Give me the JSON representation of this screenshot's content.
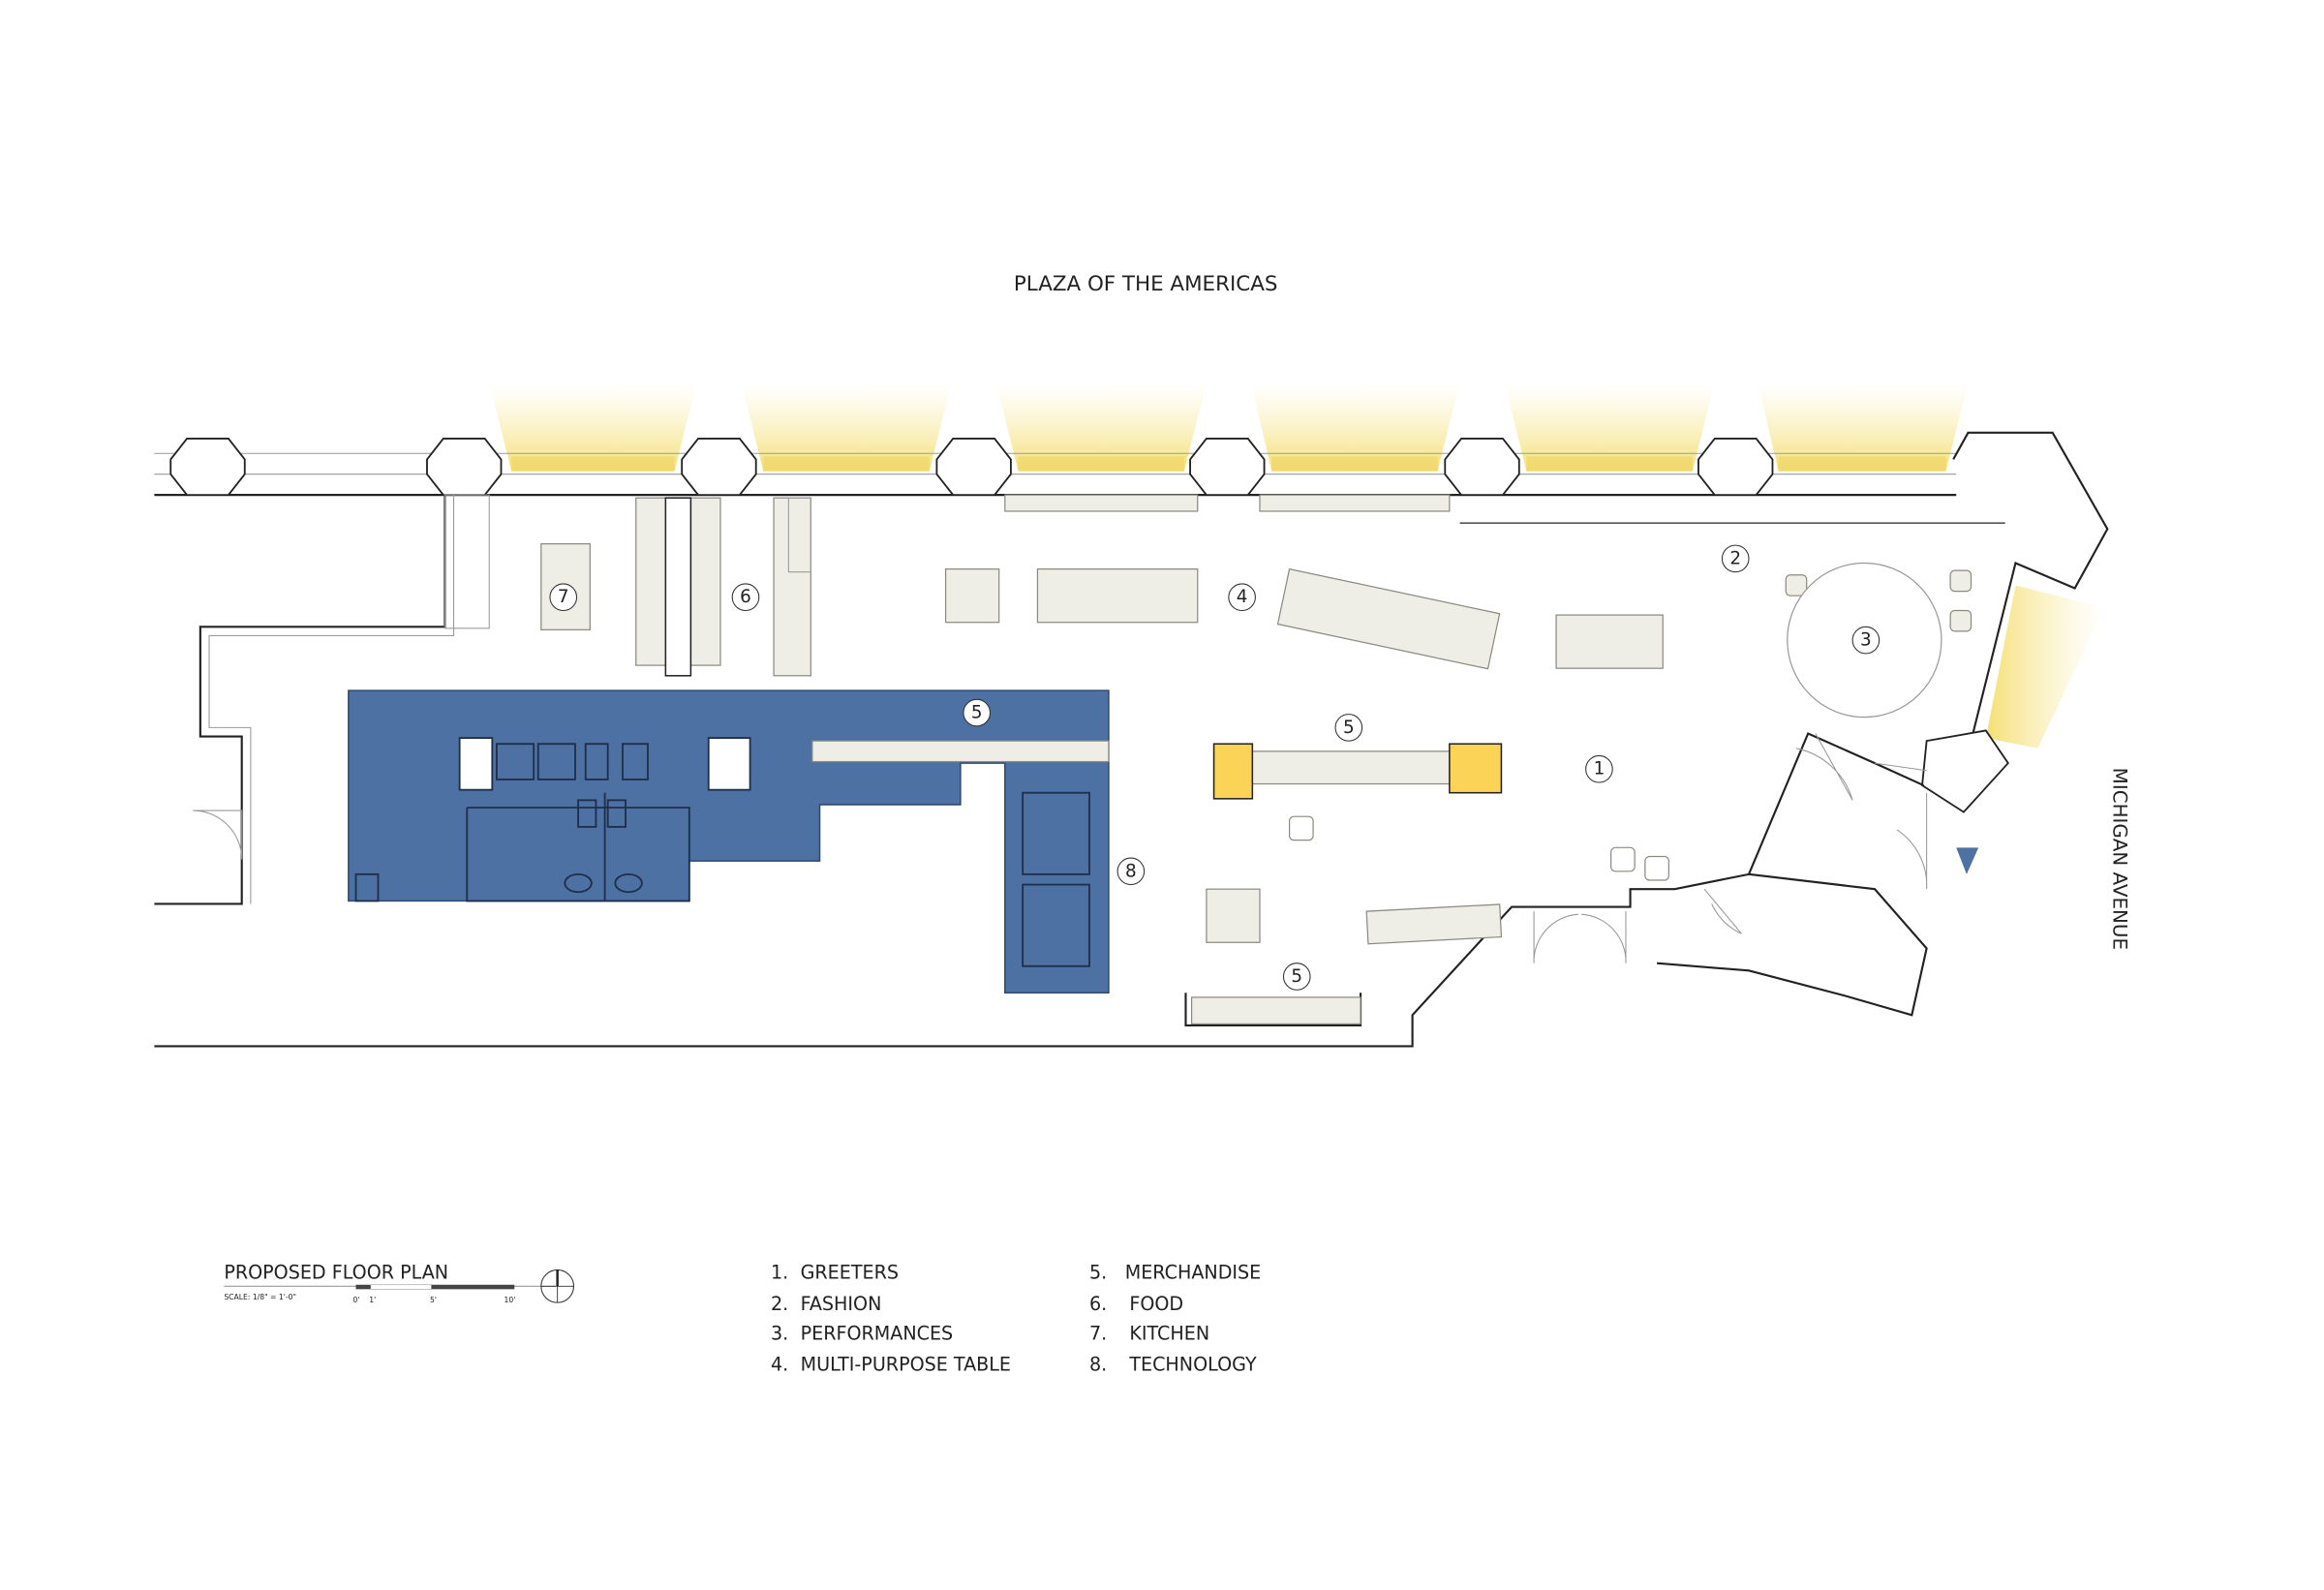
{
  "title": "PLAZA OF THE AMERICAS",
  "street_label": "MICHIGAN AVENUE",
  "plan_title": "PROPOSED FLOOR PLAN",
  "scale_text": "SCALE: 1/8\" = 1'-0\"",
  "scale_ticks": [
    "0'",
    "1'",
    "5'",
    "10'"
  ],
  "legend": [
    {
      "num": "1.",
      "label": "GREETERS"
    },
    {
      "num": "2.",
      "label": "FASHION"
    },
    {
      "num": "3.",
      "label": "PERFORMANCES"
    },
    {
      "num": "4.",
      "label": "MULTI-PURPOSE TABLE"
    },
    {
      "num": "5.",
      "label": "MERCHANDISE"
    },
    {
      "num": "6.",
      "label": "FOOD"
    },
    {
      "num": "7.",
      "label": "KITCHEN"
    },
    {
      "num": "8.",
      "label": "TECHNOLOGY"
    }
  ],
  "markers": [
    "7",
    "6",
    "4",
    "2",
    "3",
    "5",
    "5",
    "1",
    "8",
    "5"
  ],
  "colors": {
    "blue_zone": "#4d71a2",
    "yellow": "#fbd357",
    "furniture": "#eeede6",
    "glow": "#f6e27a"
  }
}
